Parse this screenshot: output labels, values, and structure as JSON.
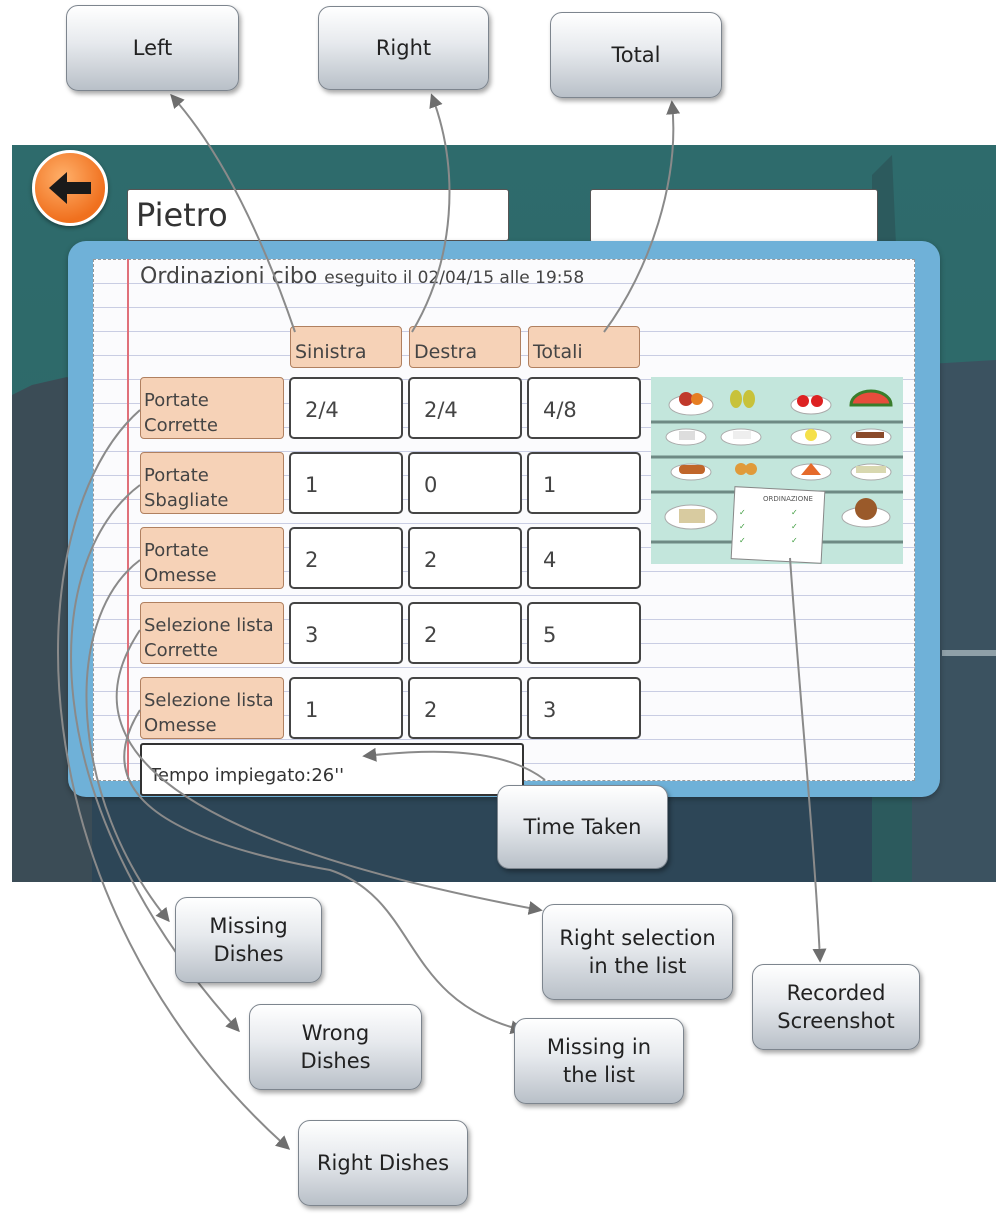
{
  "app": {
    "student_name": "Pietro",
    "report_title": "Ordinazioni cibo",
    "report_meta": "eseguito il 02/04/15 alle 19:58",
    "time_taken": "Tempo impiegato:26''"
  },
  "table": {
    "columns": [
      "Sinistra",
      "Destra",
      "Totali"
    ],
    "rows": [
      {
        "label": "Portate\nCorrette",
        "values": [
          "2/4",
          "2/4",
          "4/8"
        ]
      },
      {
        "label": "Portate\nSbagliate",
        "values": [
          "1",
          "0",
          "1"
        ]
      },
      {
        "label": "Portate\nOmesse",
        "values": [
          "2",
          "2",
          "4"
        ]
      },
      {
        "label": "Selezione lista\nCorrette",
        "values": [
          "3",
          "2",
          "5"
        ]
      },
      {
        "label": "Selezione lista\nOmesse",
        "values": [
          "1",
          "2",
          "3"
        ]
      }
    ]
  },
  "screenshot": {
    "note_title": "ORDINAZIONE"
  },
  "callouts": {
    "left": "Left",
    "right": "Right",
    "total": "Total",
    "time_taken": "Time Taken",
    "missing_dishes": "Missing\nDishes",
    "right_selection": "Right selection\nin the list",
    "recorded_screenshot": "Recorded\nScreenshot",
    "wrong_dishes": "Wrong\nDishes",
    "missing_in_list": "Missing in\nthe list",
    "right_dishes": "Right Dishes"
  },
  "colors": {
    "header_cell": "#f6d2b7",
    "panel": "#6fb1d8",
    "back_button": "#f0701e",
    "scene_bg": "#2e6b6c"
  },
  "icons": [
    "back-arrow-icon"
  ]
}
